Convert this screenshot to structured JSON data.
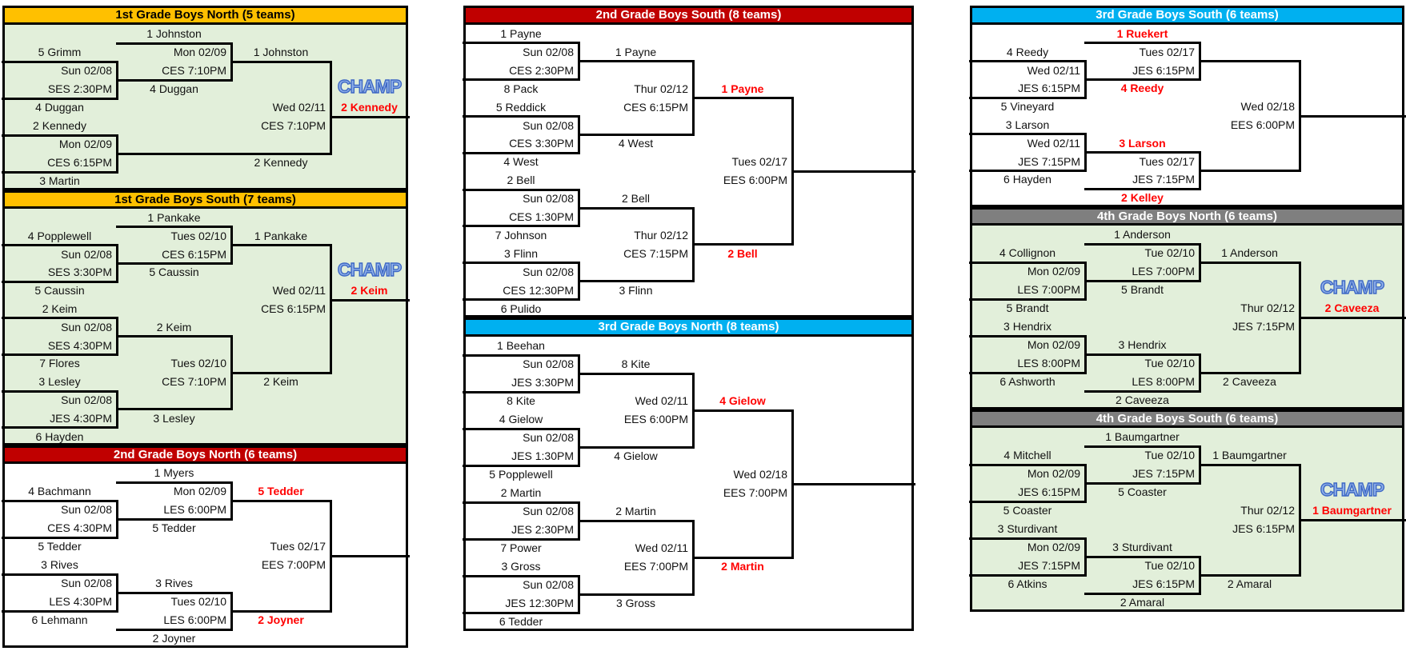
{
  "colors": {
    "yellow": "#FFC000",
    "red": "#C00000",
    "blue": "#00B0F0",
    "gray": "#7F7F7F",
    "green_bg": "#E2EFDA",
    "winner": "#FF0000",
    "champ_logo": "#4472C4"
  },
  "brackets": [
    {
      "title": "1st Grade Boys North (5 teams)",
      "cells": [
        "1 Johnston",
        "5 Grimm",
        "Mon 02/09",
        "1 Johnston",
        "Sun 02/08",
        "CES 7:10PM",
        "SES 2:30PM",
        "4 Duggan",
        "CHAMP",
        "4 Duggan",
        "Wed 02/11",
        "2 Kennedy",
        "2 Kennedy",
        "CES 7:10PM",
        "Mon 02/09",
        "CES 6:15PM",
        "2 Kennedy",
        "3 Martin"
      ]
    },
    {
      "title": "1st Grade Boys South (7 teams)",
      "cells": [
        "1 Pankake",
        "4 Popplewell",
        "Tues 02/10",
        "1 Pankake",
        "Sun 02/08",
        "CES 6:15PM",
        "SES 3:30PM",
        "5 Caussin",
        "CHAMP",
        "5 Caussin",
        "Wed 02/11",
        "2 Keim",
        "2 Keim",
        "CES 6:15PM",
        "Sun 02/08",
        "2 Keim",
        "SES 4:30PM",
        "7 Flores",
        "Tues 02/10",
        "3 Lesley",
        "CES 7:10PM",
        "2 Keim",
        "Sun 02/08",
        "JES 4:30PM",
        "3 Lesley",
        "6 Hayden"
      ]
    },
    {
      "title": "2nd Grade Boys North (6 teams)",
      "cells": [
        "1 Myers",
        "4 Bachmann",
        "Mon 02/09",
        "5 Tedder",
        "Sun 02/08",
        "LES 6:00PM",
        "CES 4:30PM",
        "5 Tedder",
        "5 Tedder",
        "Tues 02/17",
        "3 Rives",
        "EES 7:00PM",
        "Sun 02/08",
        "3 Rives",
        "LES 4:30PM",
        "Tues 02/10",
        "6 Lehmann",
        "LES 6:00PM",
        "2 Joyner",
        "2 Joyner"
      ]
    },
    {
      "title": "2nd Grade Boys South (8 teams)",
      "cells": [
        "1 Payne",
        "Sun 02/08",
        "1 Payne",
        "CES 2:30PM",
        "8 Pack",
        "Thur 02/12",
        "1 Payne",
        "5 Reddick",
        "CES 6:15PM",
        "Sun 02/08",
        "CES 3:30PM",
        "4 West",
        "4 West",
        "Tues 02/17",
        "2 Bell",
        "EES 6:00PM",
        "Sun 02/08",
        "2 Bell",
        "CES 1:30PM",
        "7 Johnson",
        "Thur 02/12",
        "3 Flinn",
        "CES 7:15PM",
        "2 Bell",
        "Sun 02/08",
        "CES 12:30PM",
        "3 Flinn",
        "6 Pulido"
      ]
    },
    {
      "title": "3rd Grade Boys North (8 teams)",
      "cells": [
        "1 Beehan",
        "Sun 02/08",
        "8 Kite",
        "JES 3:30PM",
        "8 Kite",
        "Wed 02/11",
        "4 Gielow",
        "4 Gielow",
        "EES 6:00PM",
        "Sun 02/08",
        "JES 1:30PM",
        "4 Gielow",
        "5 Popplewell",
        "Wed 02/18",
        "2 Martin",
        "EES 7:00PM",
        "Sun 02/08",
        "2 Martin",
        "JES 2:30PM",
        "7 Power",
        "Wed 02/11",
        "3 Gross",
        "EES 7:00PM",
        "2 Martin",
        "Sun 02/08",
        "JES 12:30PM",
        "3 Gross",
        "6 Tedder"
      ]
    },
    {
      "title": "3rd Grade Boys South (6 teams)",
      "cells": [
        "1 Ruekert",
        "4 Reedy",
        "Tues 02/17",
        null,
        "Wed 02/11",
        "JES 6:15PM",
        "JES 6:15PM",
        "4 Reedy",
        "5 Vineyard",
        "Wed 02/18",
        "3 Larson",
        "EES 6:00PM",
        "Wed 02/11",
        "3 Larson",
        "JES 7:15PM",
        "Tues 02/17",
        "6 Hayden",
        "JES 7:15PM",
        null,
        "2 Kelley"
      ]
    },
    {
      "title": "4th Grade Boys North (6 teams)",
      "cells": [
        "1 Anderson",
        "4 Collignon",
        "Tue 02/10",
        "1 Anderson",
        "Mon 02/09",
        "LES 7:00PM",
        "LES 7:00PM",
        "5 Brandt",
        "5 Brandt",
        "Thur 02/12",
        "3 Hendrix",
        "JES 7:15PM",
        "Mon 02/09",
        "3 Hendrix",
        "LES 8:00PM",
        "Tue 02/10",
        "6 Ashworth",
        "LES 8:00PM",
        "2 Caveeza",
        "2 Caveeza",
        "CHAMP",
        "2 Caveeza"
      ]
    },
    {
      "title": "4th Grade Boys South (6 teams)",
      "cells": [
        "1 Baumgartner",
        "4 Mitchell",
        "Tue 02/10",
        "1 Baumgartner",
        "Mon 02/09",
        "JES 7:15PM",
        "JES 6:15PM",
        "5 Coaster",
        "5 Coaster",
        "Thur 02/12",
        "3 Sturdivant",
        "JES 6:15PM",
        "Mon 02/09",
        "3 Sturdivant",
        "JES 7:15PM",
        "Tue 02/10",
        "6 Atkins",
        "JES 6:15PM",
        "2 Amaral",
        "2 Amaral",
        "CHAMP",
        "1 Baumgartner"
      ]
    }
  ]
}
